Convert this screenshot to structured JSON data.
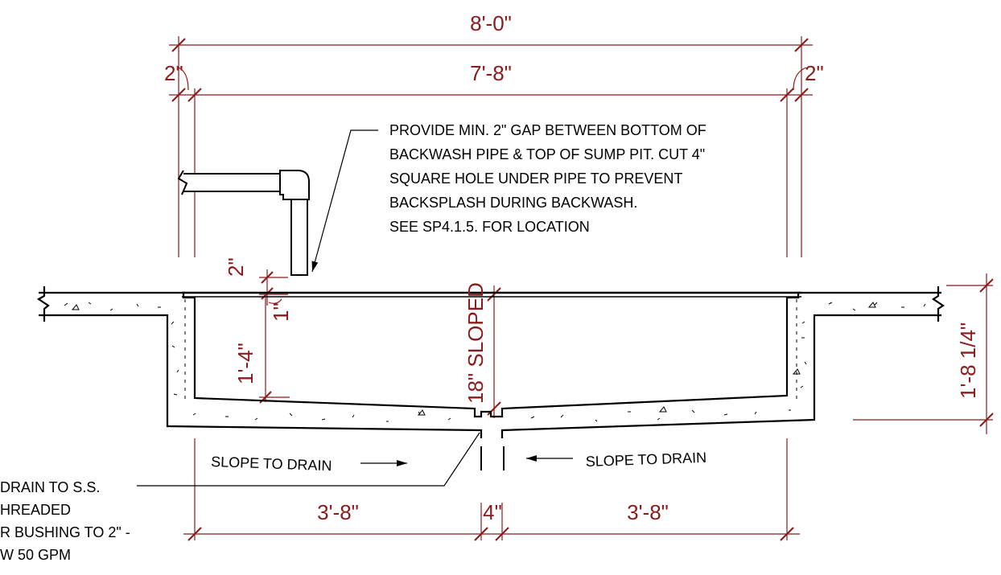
{
  "colors": {
    "dimension": "#8b1a1a",
    "object": "#000000",
    "background": "#ffffff"
  },
  "dimensions": {
    "overall_width": "8'-0\"",
    "inner_width": "7'-8\"",
    "left_wall": "2\"",
    "right_wall": "2\"",
    "gap": "2\"",
    "rim": "1\"",
    "pit_depth": "1'-4\"",
    "center_depth": "18\" SLOPED",
    "overall_depth": "1'-8 1/4\"",
    "left_half": "3'-8\"",
    "drain_width": "4\"",
    "right_half": "3'-8\""
  },
  "notes": {
    "gap_note": [
      "PROVIDE MIN. 2\" GAP BETWEEN BOTTOM OF",
      "BACKWASH PIPE & TOP OF SUMP PIT. CUT 4\"",
      "SQUARE HOLE UNDER PIPE TO PREVENT",
      "BACKSPLASH DURING BACKWASH.",
      "SEE SP4.1.5. FOR LOCATION"
    ],
    "slope_left": "SLOPE TO DRAIN",
    "slope_right": "SLOPE TO DRAIN",
    "drain_note": [
      "DRAIN TO S.S.",
      "HREADED",
      "R BUSHING TO 2\" -",
      "W 50 GPM"
    ]
  },
  "icons": {
    "arrow": "arrow-icon",
    "break_line": "break-line-icon",
    "aggregate": "concrete-aggregate-icon"
  }
}
